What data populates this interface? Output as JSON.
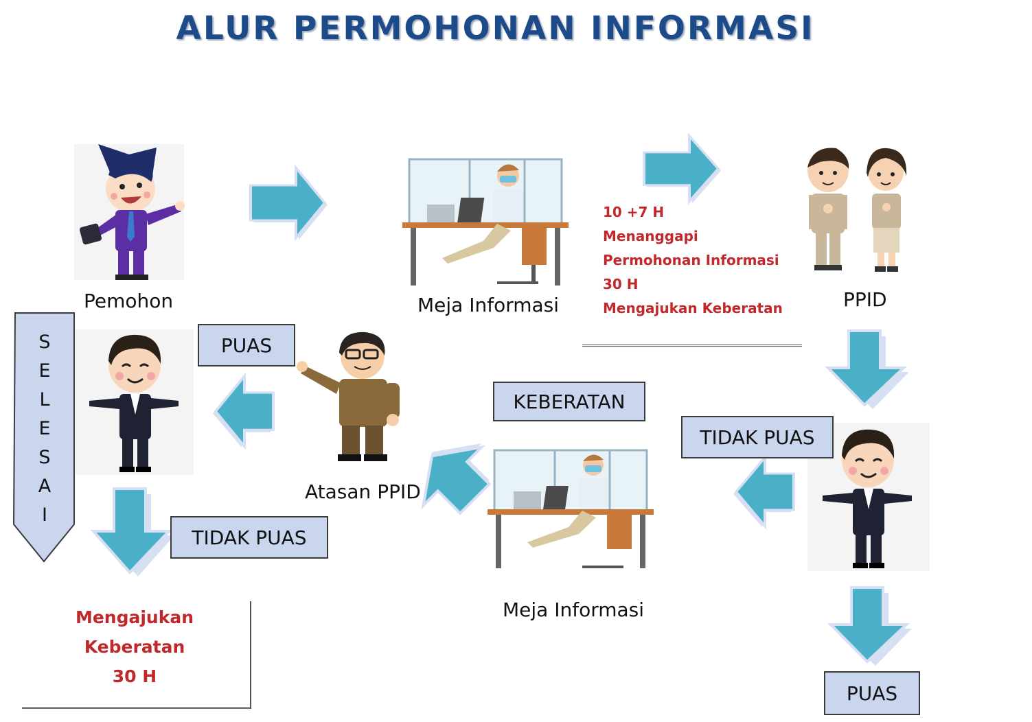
{
  "title": "ALUR PERMOHONAN INFORMASI",
  "nodes": {
    "pemohon": "Pemohon",
    "meja_informasi_top": "Meja Informasi",
    "ppid": "PPID",
    "atasan_ppid": "Atasan PPID",
    "meja_informasi_bottom": "Meja Informasi"
  },
  "timeline_note": [
    "10 +7 H",
    "Menanggapi",
    "Permohonan Informasi",
    "30 H",
    "Mengajukan Keberatan"
  ],
  "boxes": {
    "puas_left": "PUAS",
    "keberatan": "KEBERATAN",
    "tidak_puas_right": "TIDAK PUAS",
    "tidak_puas_left": "TIDAK PUAS",
    "puas_bottom": "PUAS"
  },
  "selesai_letters": [
    "S",
    "E",
    "L",
    "E",
    "S",
    "A",
    "I"
  ],
  "bottom_note": [
    "Mengajukan",
    "Keberatan",
    "30 H"
  ],
  "colors": {
    "title": "#1d4b8a",
    "arrow": "#4ab0c8",
    "arrow_shadow": "#d6e0f2",
    "box_fill": "#c9d6ee",
    "note_red": "#c0282c",
    "selesai_fill": "#c9d6ee"
  }
}
